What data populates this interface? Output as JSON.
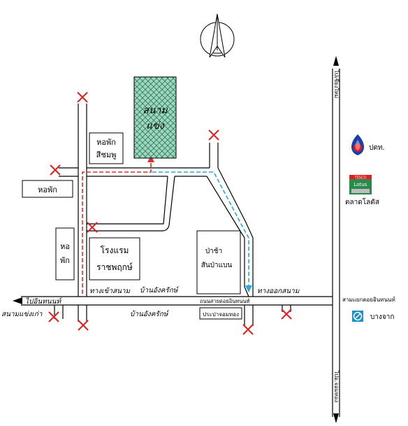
{
  "labels": {
    "stadium_1": "สนาม",
    "stadium_2": "แข่ง",
    "dorm_pink_1": "หอพัก",
    "dorm_pink_2": "สีชมพู",
    "dorm_left": "หอพัก",
    "dorm_v_1": "หอ",
    "dorm_v_2": "พัก",
    "hotel_1": "โรงแรม",
    "hotel_2": "ราชพฤกษ์",
    "forest_1": "ป่าช้า",
    "forest_2": "สันป่าแบน",
    "stadium_entry": "ทางเข้าสนาม",
    "stadium_exit": "ทางออกสนาม",
    "village_1": "บ้านอังครักษ์",
    "village_2": "บ้านอังครักษ์",
    "road_doi": "ถนนสายดอยอินทนนท์",
    "to_inthanon": "ไปอินทนนท์",
    "old_stadium": "สนามแข่งเก่า",
    "prachakom": "ประปาจอมทอง",
    "ptt": "ปตท.",
    "lotus": "ตลาดโลตัส",
    "bangchak": "บางจาก",
    "junction": "สามแยกดอยอินทนนท์",
    "to_chiangmai": "ไปเชียงใหม่",
    "to_jomthong": "ไปอ.จอมทอง",
    "lotus_top": "TESCO",
    "lotus_bottom": "Lotus"
  },
  "colors": {
    "entry_route": "#e03030",
    "exit_route": "#2aa8d8",
    "blocked_mark": "#e02020",
    "stadium_fill": "#7cc8a8",
    "ptt_blue": "#1a3fa8",
    "ptt_red": "#e01c24",
    "bangchak": "#1e8fc8"
  },
  "icons": [
    "north-arrow-icon",
    "ptt-logo-icon",
    "lotus-logo-icon",
    "bangchak-logo-icon",
    "roadblock-x-icon"
  ]
}
